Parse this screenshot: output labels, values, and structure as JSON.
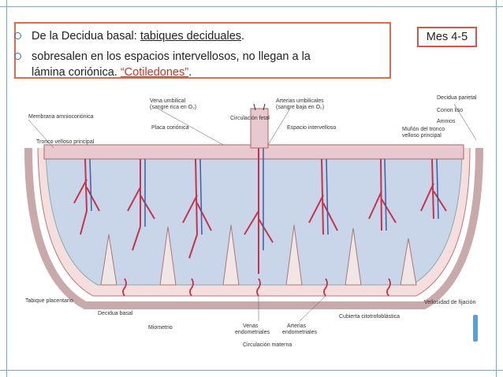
{
  "slide": {
    "bullets": [
      {
        "prefix": "De la Decidua basal:  ",
        "underlined": "tabiques deciduales",
        "suffix": "."
      },
      {
        "line1": "sobresalen en los espacios intervellosos,  no llegan a la",
        "line2_prefix": "lámina coriónica. ",
        "line2_quote": "“Cotiledones”",
        "line2_suffix": "."
      }
    ],
    "tag": "Mes 4-5"
  },
  "diagram": {
    "labels": {
      "vena_umbilical": "Vena umbilical",
      "vena_umbilical_sub": "(sangre rica en O₂)",
      "arterias_umbilicales": "Arterias umbilicales",
      "arterias_umbilicales_sub": "(sangre baja en O₂)",
      "decidua_parietal": "Decidua parietal",
      "corion_liso": "Corion liso",
      "amnios": "Amnios",
      "membrana": "Membrana amniocoriónica",
      "circulacion_fetal": "Circulación fetal",
      "espacio_intervelloso": "Espacio intervelloso",
      "placa_corionica": "Placa coriónica",
      "munon": "Muñón del tronco",
      "munon2": "velloso principal",
      "tronco_velloso": "Tronco velloso principal",
      "tabique_placentario": "Tabique placentario",
      "decidua_basal": "Decidua basal",
      "vellosidad_libre": "Vellosidad de fijación",
      "miometrio": "Miometrio",
      "venas_endo": "Venas",
      "venas_endo2": "endometriales",
      "arterias_endo": "Arterias",
      "arterias_endo2": "endometriales",
      "cubierta": "Cubierta citotrofoblástica",
      "circulacion_materna": "Circulación materna"
    }
  }
}
